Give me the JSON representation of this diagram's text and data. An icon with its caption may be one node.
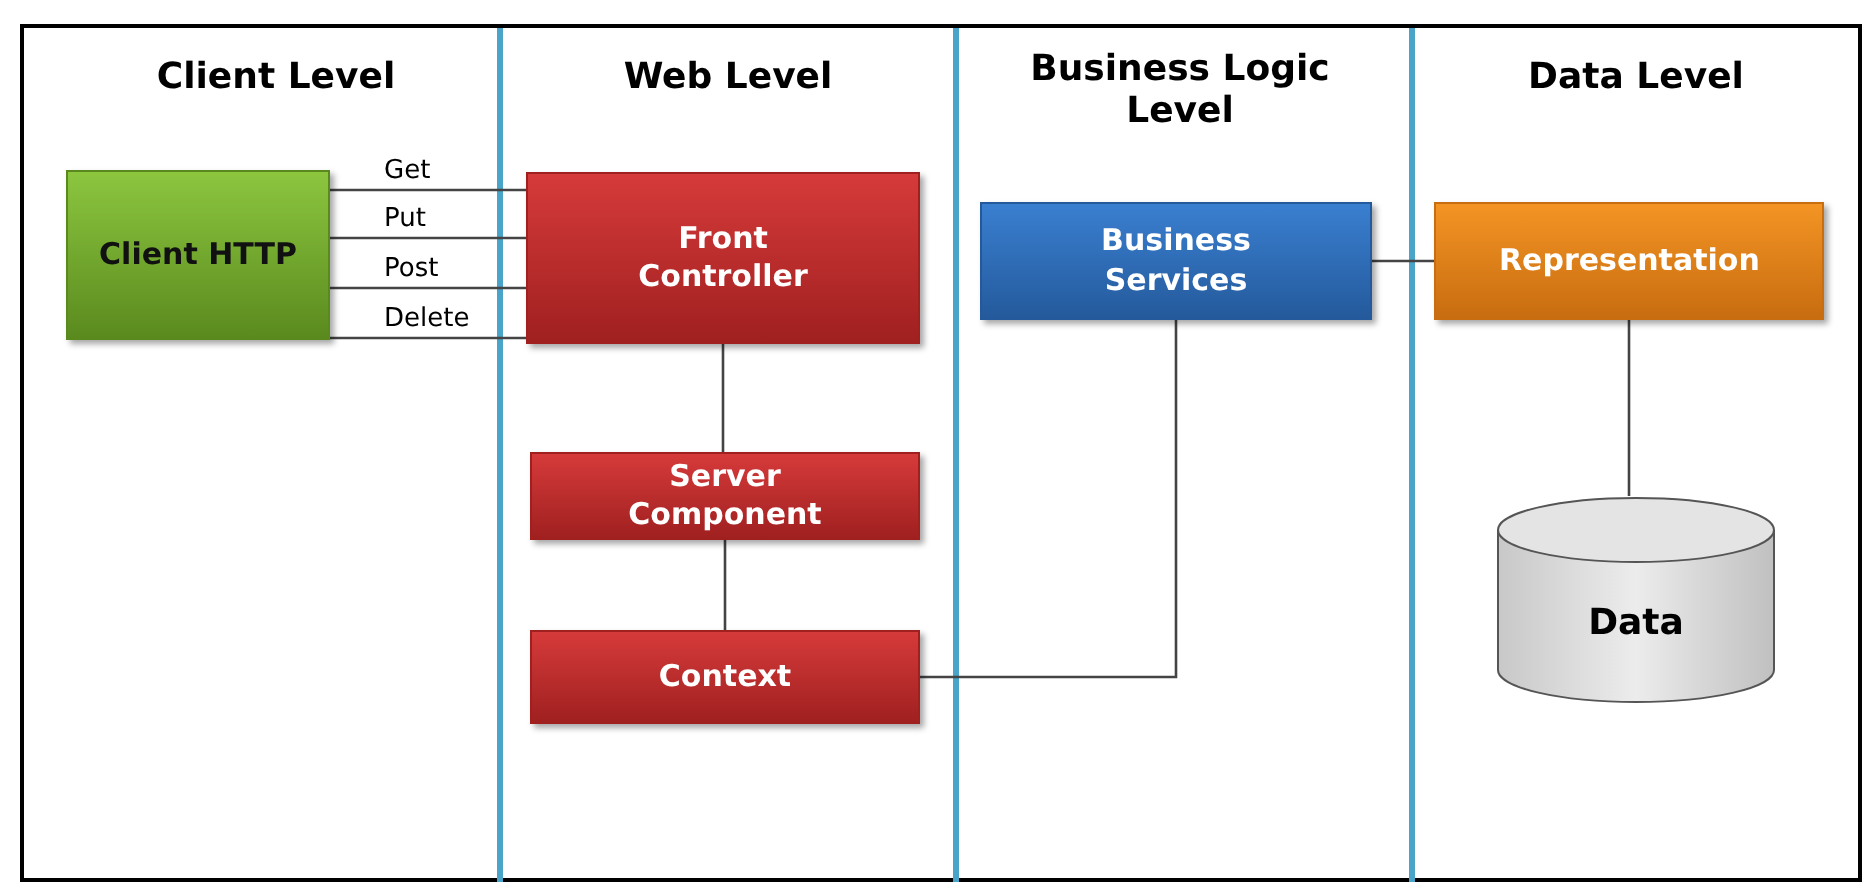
{
  "diagram": {
    "nodes": [
      {
        "text": [
          "Client HTTP"
        ]
      },
      {
        "text": [
          "Front Controller"
        ]
      },
      {
        "text": [
          "Server Component"
        ]
      },
      {
        "text": [
          "Context"
        ]
      },
      {
        "text": [
          "Business Services"
        ]
      },
      {
        "text": [
          "Representation"
        ]
      },
      {
        "text": [
          "Data"
        ]
      }
    ],
    "edges": [
      {
        "from": 0,
        "to": 1,
        "arrow": "none",
        "label": "Get"
      },
      {
        "from": 0,
        "to": 1,
        "arrow": "none",
        "label": "Put"
      },
      {
        "from": 0,
        "to": 1,
        "arrow": "none",
        "label": "Post"
      },
      {
        "from": 0,
        "to": 1,
        "arrow": "none",
        "label": "Delete"
      },
      {
        "from": 1,
        "to": 2,
        "arrow": "none"
      },
      {
        "from": 2,
        "to": 3,
        "arrow": "none"
      },
      {
        "from": 3,
        "to": 4,
        "arrow": "none"
      },
      {
        "from": 4,
        "to": 5,
        "arrow": "none"
      },
      {
        "from": 5,
        "to": 6,
        "arrow": "none"
      }
    ],
    "labels": [
      "Client Level",
      "Web Level",
      "Business Logic Level",
      "Data Level"
    ]
  }
}
